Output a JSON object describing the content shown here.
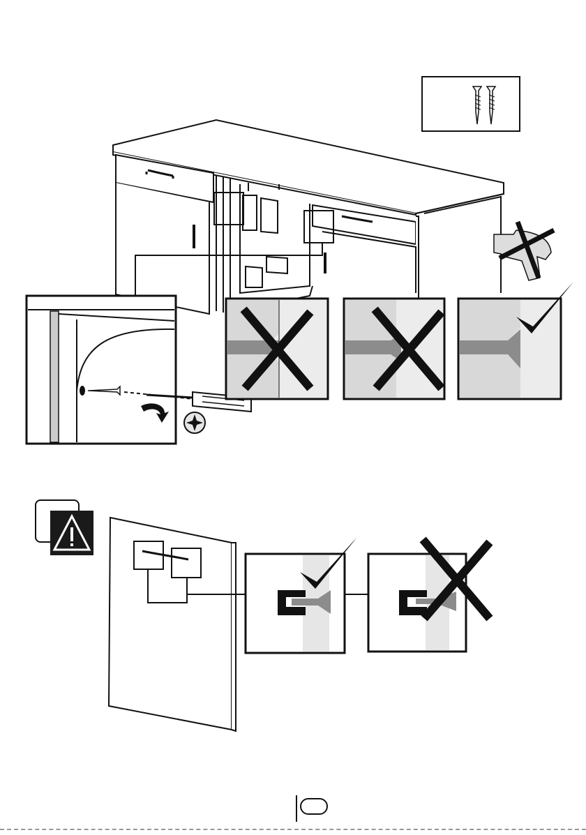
{
  "diagram": {
    "panel_verdicts": [
      {
        "panel": "flush-detail-1",
        "verdict": "wrong"
      },
      {
        "panel": "flush-detail-2",
        "verdict": "wrong"
      },
      {
        "panel": "flush-detail-3",
        "verdict": "correct"
      },
      {
        "panel": "door-detail-1",
        "verdict": "correct"
      },
      {
        "panel": "door-detail-2",
        "verdict": "wrong"
      }
    ],
    "icons": [
      "screws-icon",
      "no-power-drill-icon",
      "phillips-head-icon",
      "rotate-arrow-icon",
      "warning-triangle-icon",
      "check-mark-icon",
      "cross-mark-icon"
    ],
    "page_number": ""
  },
  "colors": {
    "line": "#111111",
    "panel_gray": "#d8d8d8",
    "light_gray": "#ececec",
    "screw_gray": "#8c8c8c"
  }
}
